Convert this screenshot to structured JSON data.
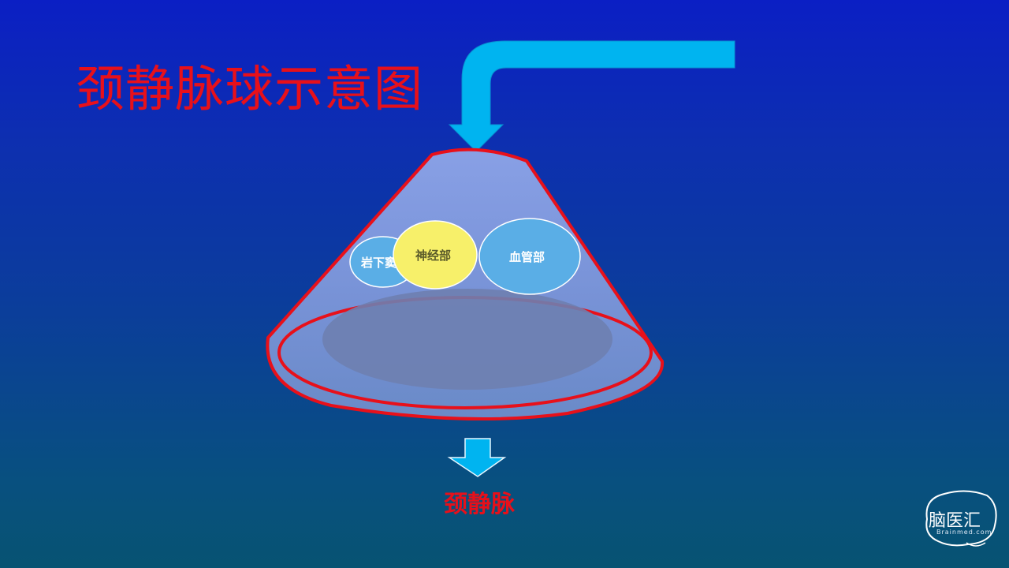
{
  "title": "颈静脉球示意图",
  "bubbles": {
    "inferior_petrosal": "岩下窦",
    "nervous_part": "神经部",
    "vascular_part": "血管部"
  },
  "outflow_label": "颈静脉",
  "logo": {
    "text": "脑医汇",
    "subtext": "Brainmed.com"
  },
  "colors": {
    "title": "#e8101a",
    "arrow": "#00b4f0",
    "cone_outline": "#e8101a",
    "nervous_part_fill": "#f7f06a",
    "vascular_part_fill": "#5aaee6"
  }
}
